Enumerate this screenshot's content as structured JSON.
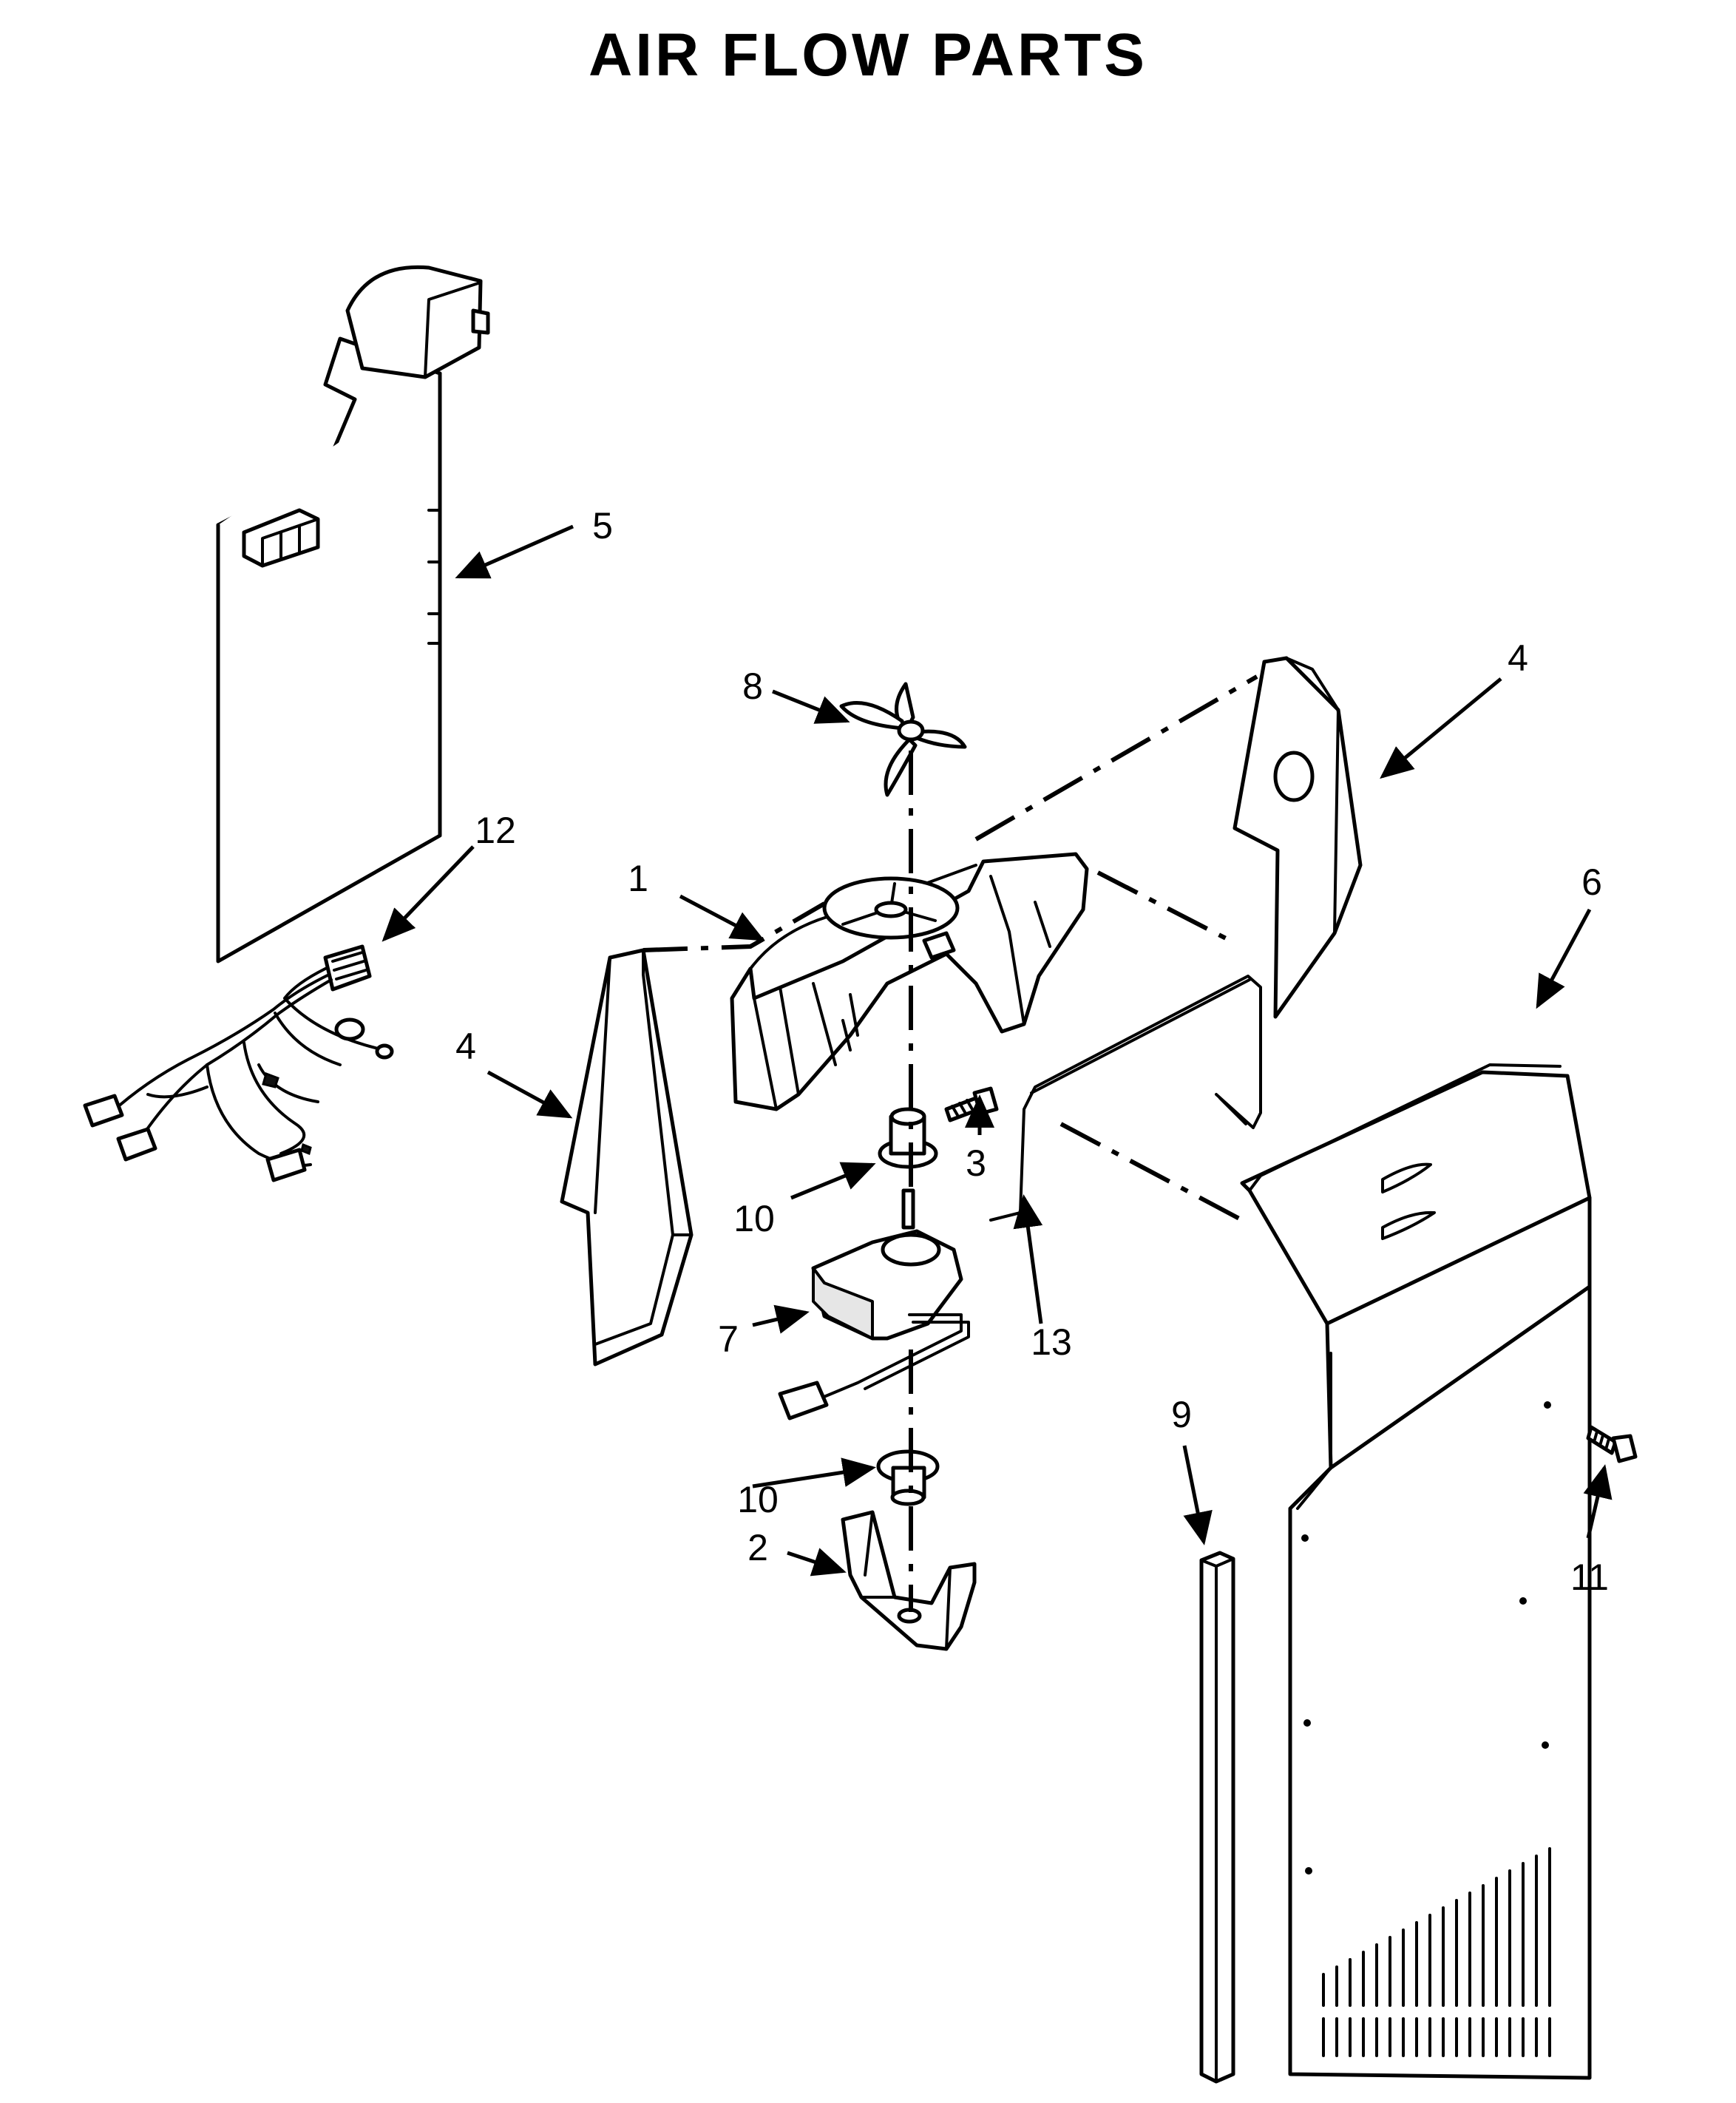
{
  "title": "AIR FLOW PARTS",
  "callouts": [
    {
      "id": "c1",
      "label": "1"
    },
    {
      "id": "c2",
      "label": "2"
    },
    {
      "id": "c3",
      "label": "3"
    },
    {
      "id": "c4a",
      "label": "4"
    },
    {
      "id": "c4b",
      "label": "4"
    },
    {
      "id": "c5",
      "label": "5"
    },
    {
      "id": "c6",
      "label": "6"
    },
    {
      "id": "c7",
      "label": "7"
    },
    {
      "id": "c8",
      "label": "8"
    },
    {
      "id": "c9",
      "label": "9"
    },
    {
      "id": "c10a",
      "label": "10"
    },
    {
      "id": "c10b",
      "label": "10"
    },
    {
      "id": "c11",
      "label": "11"
    },
    {
      "id": "c12",
      "label": "12"
    },
    {
      "id": "c13",
      "label": "13"
    }
  ]
}
